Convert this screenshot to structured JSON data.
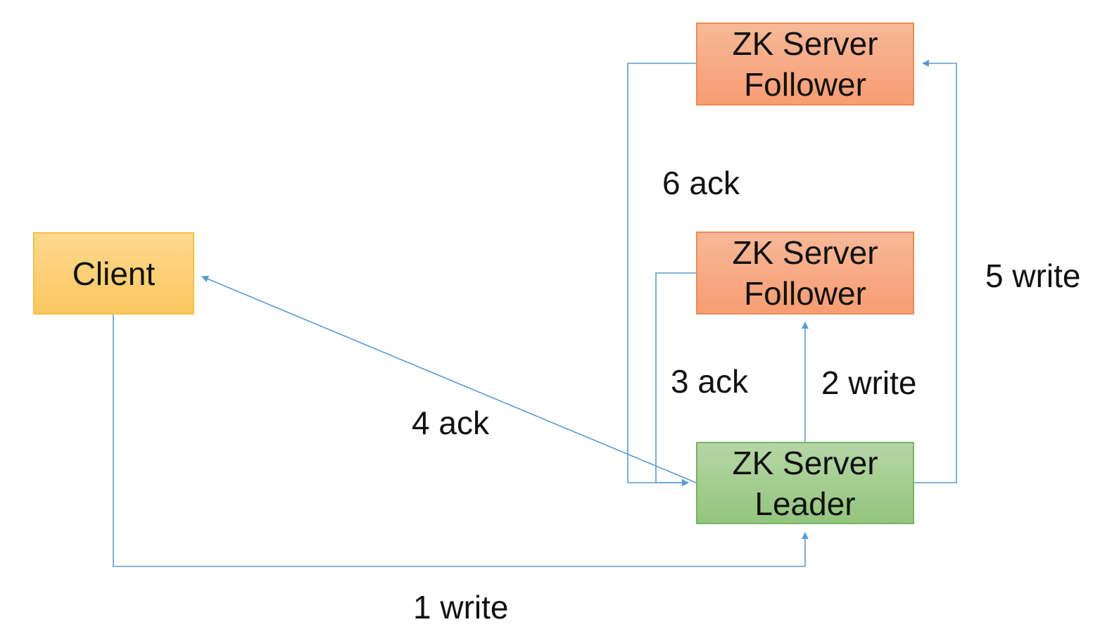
{
  "colors": {
    "connector": "#5b9bd5",
    "client_fill": "#fdd17a",
    "follower_fill": "#f7ac86",
    "leader_fill": "#a8cf95"
  },
  "nodes": {
    "client": {
      "label": "Client"
    },
    "follower_top": {
      "line1": "ZK Server",
      "line2": "Follower"
    },
    "follower_mid": {
      "line1": "ZK Server",
      "line2": "Follower"
    },
    "leader": {
      "line1": "ZK Server",
      "line2": "Leader"
    }
  },
  "edges": {
    "e1": {
      "label": "1 write"
    },
    "e2": {
      "label": "2 write"
    },
    "e3": {
      "label": "3 ack"
    },
    "e4": {
      "label": "4 ack"
    },
    "e5": {
      "label": "5 write"
    },
    "e6": {
      "label": "6 ack"
    }
  }
}
